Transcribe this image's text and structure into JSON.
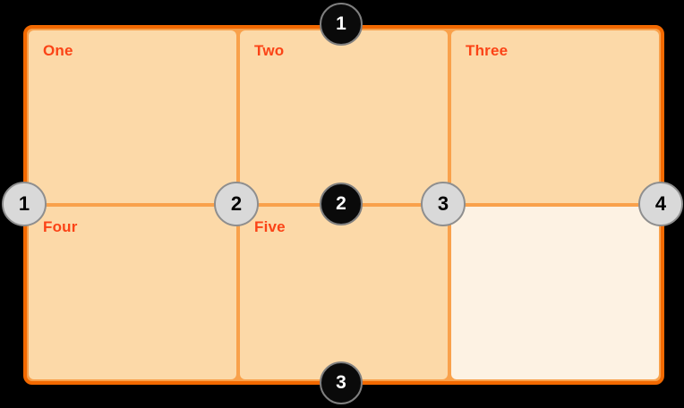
{
  "canvas": {
    "background": "#000000"
  },
  "grid": {
    "columns": 3,
    "rows": 2,
    "colors": {
      "container_border": "#F26900",
      "grid_lines": "#F9A14B",
      "cell_fill": "#FCD9A8",
      "empty_cell_fill": "#FDF2E3",
      "cell_label": "#FB4316"
    },
    "cells": [
      {
        "label": "One"
      },
      {
        "label": "Two"
      },
      {
        "label": "Three"
      },
      {
        "label": "Four"
      },
      {
        "label": "Five"
      },
      {
        "label": ""
      }
    ]
  },
  "markers": {
    "row_lines": {
      "style": {
        "fill": "#0A0A0A",
        "border": "#7F7F7F",
        "text": "#FFFFFF"
      },
      "items": [
        {
          "number": "1"
        },
        {
          "number": "2"
        },
        {
          "number": "3"
        }
      ]
    },
    "column_lines": {
      "style": {
        "fill": "#D9D9D9",
        "border": "#8E8E8E",
        "text": "#000000"
      },
      "items": [
        {
          "number": "1"
        },
        {
          "number": "2"
        },
        {
          "number": "3"
        },
        {
          "number": "4"
        }
      ]
    }
  }
}
